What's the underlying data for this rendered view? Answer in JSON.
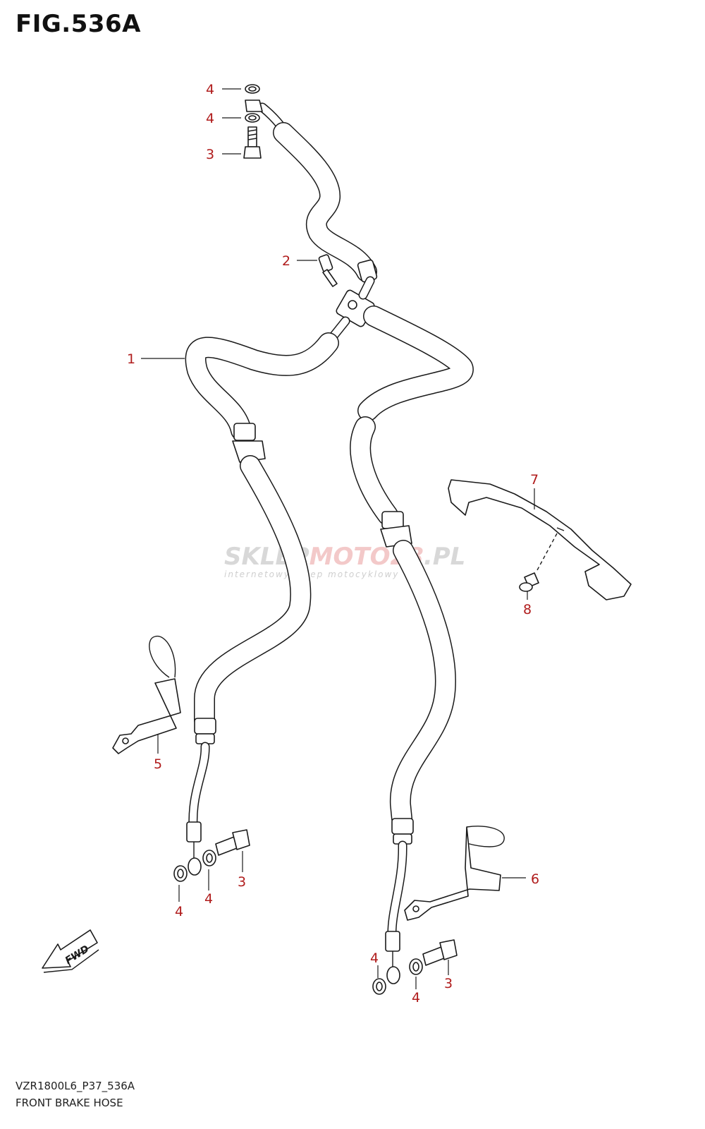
{
  "figure": {
    "title": "FIG.536A",
    "code": "VZR1800L6_P37_536A",
    "name": "FRONT BRAKE HOSE"
  },
  "watermark": {
    "brand_a": "SKLEP",
    "brand_b": "MOTO",
    "brand_c": "28",
    "brand_d": ".PL",
    "tagline": "internetowy sklep motocyklowy"
  },
  "fwd_label": "FWD",
  "callouts": [
    {
      "id": "c1",
      "label": "1"
    },
    {
      "id": "c2",
      "label": "2"
    },
    {
      "id": "c3a",
      "label": "3"
    },
    {
      "id": "c3b",
      "label": "3"
    },
    {
      "id": "c3c",
      "label": "3"
    },
    {
      "id": "c4a",
      "label": "4"
    },
    {
      "id": "c4b",
      "label": "4"
    },
    {
      "id": "c4c",
      "label": "4"
    },
    {
      "id": "c4d",
      "label": "4"
    },
    {
      "id": "c4e",
      "label": "4"
    },
    {
      "id": "c4f",
      "label": "4"
    },
    {
      "id": "c5",
      "label": "5"
    },
    {
      "id": "c6",
      "label": "6"
    },
    {
      "id": "c7",
      "label": "7"
    },
    {
      "id": "c8",
      "label": "8"
    }
  ],
  "colors": {
    "callout": "#b01c1c",
    "line": "#1a1a1a",
    "background": "#ffffff"
  }
}
